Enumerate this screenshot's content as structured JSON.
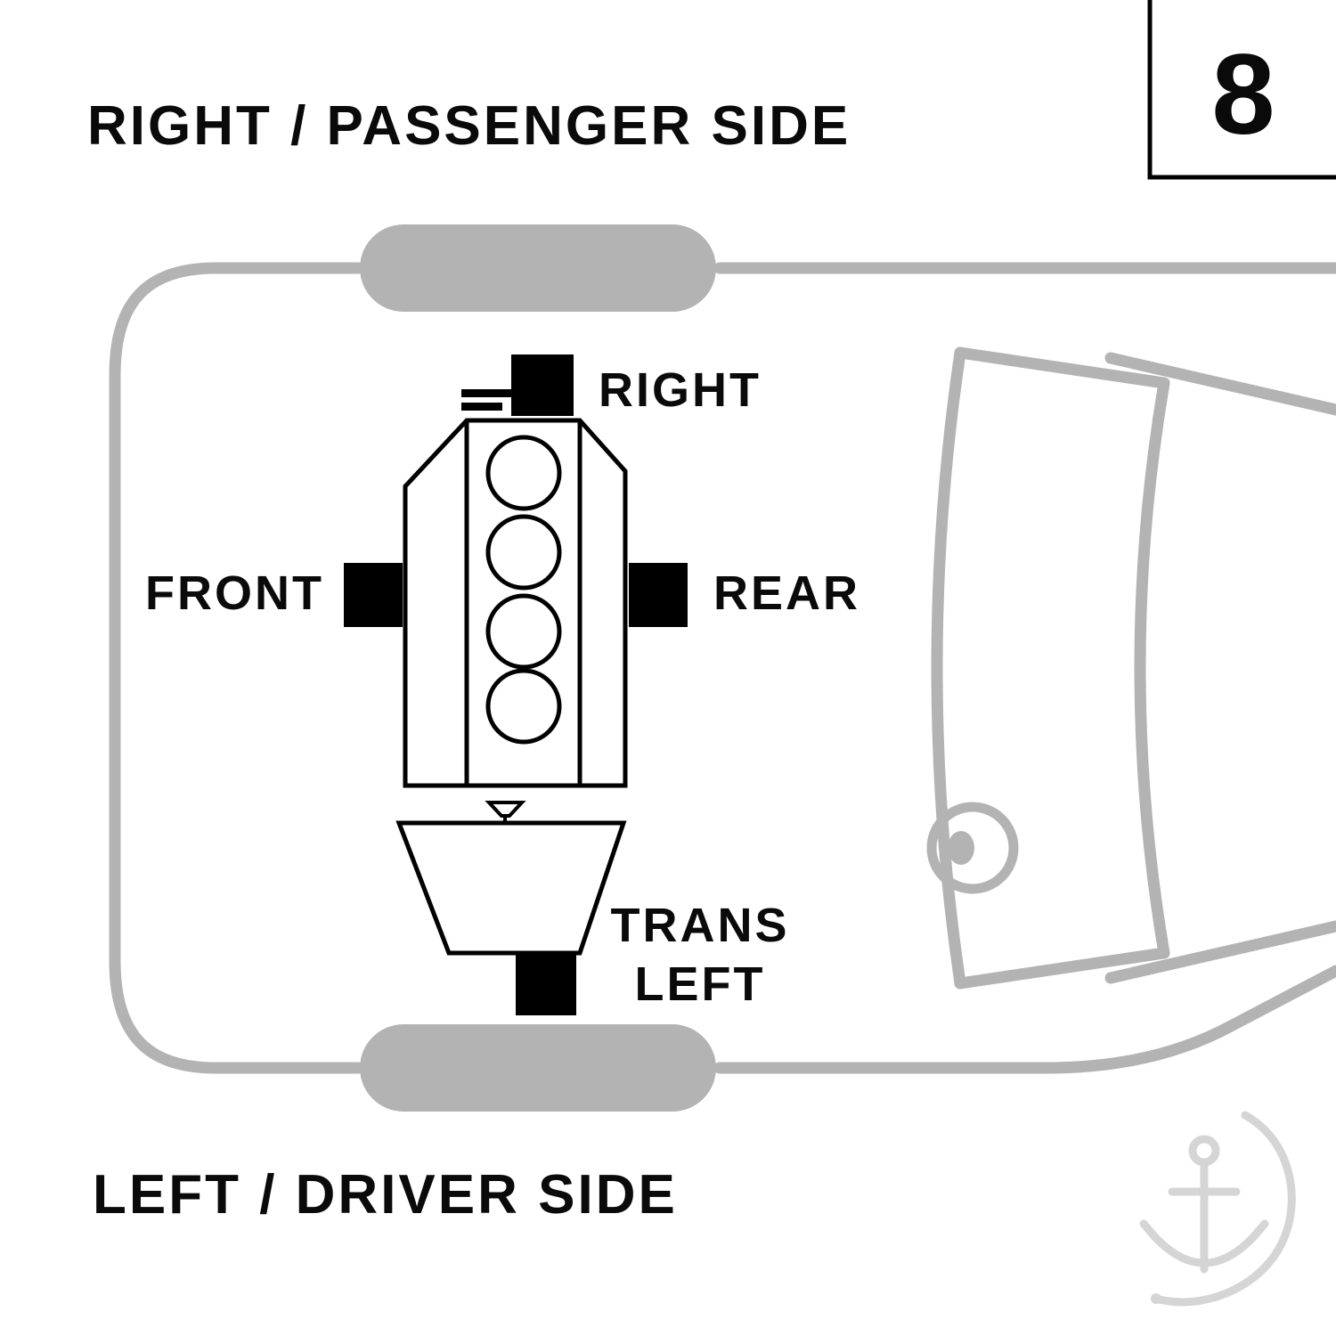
{
  "page": {
    "number": "8",
    "top_title": "RIGHT / PASSENGER SIDE",
    "bottom_title": "LEFT / DRIVER SIDE"
  },
  "mounts": {
    "right": "RIGHT",
    "front": "FRONT",
    "rear": "REAR",
    "trans_line1": "TRANS",
    "trans_line2": "LEFT"
  },
  "diagram": {
    "type": "engine-transmission-mount-location-top-view",
    "engine_cylinders": 4,
    "mount_positions": [
      "right",
      "front",
      "rear",
      "trans-left"
    ]
  },
  "colors": {
    "car_outline_gray": "#b3b3b3",
    "mount_black": "#000000",
    "watermark_gray": "#d5d5d5",
    "background": "#ffffff"
  },
  "icons": {
    "watermark": "anchor-logo-watermark"
  }
}
